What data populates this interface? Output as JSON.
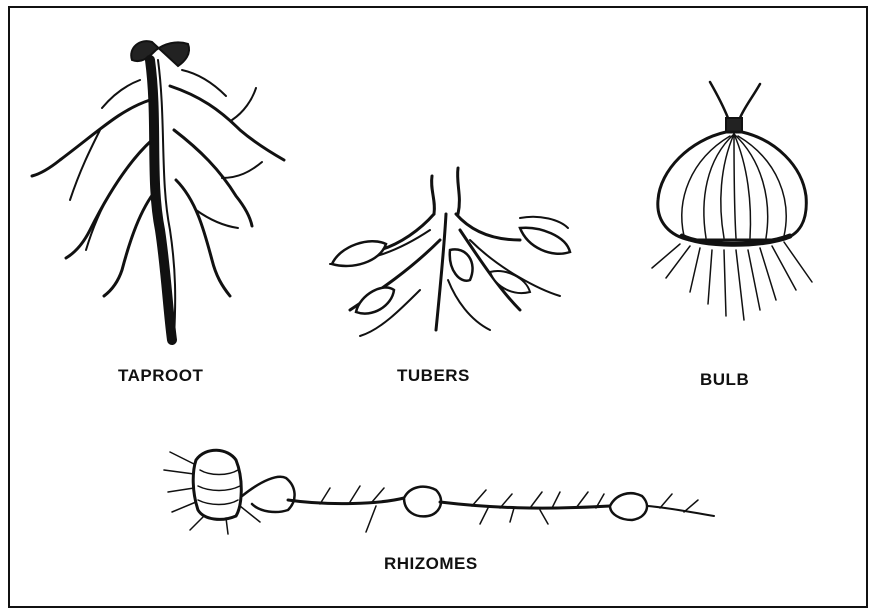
{
  "labels": {
    "taproot": "TAPROOT",
    "tubers": "TUBERS",
    "bulb": "BULB",
    "rhizomes": "RHIZOMES"
  },
  "colors": {
    "ink": "#111111",
    "paper": "#ffffff"
  }
}
